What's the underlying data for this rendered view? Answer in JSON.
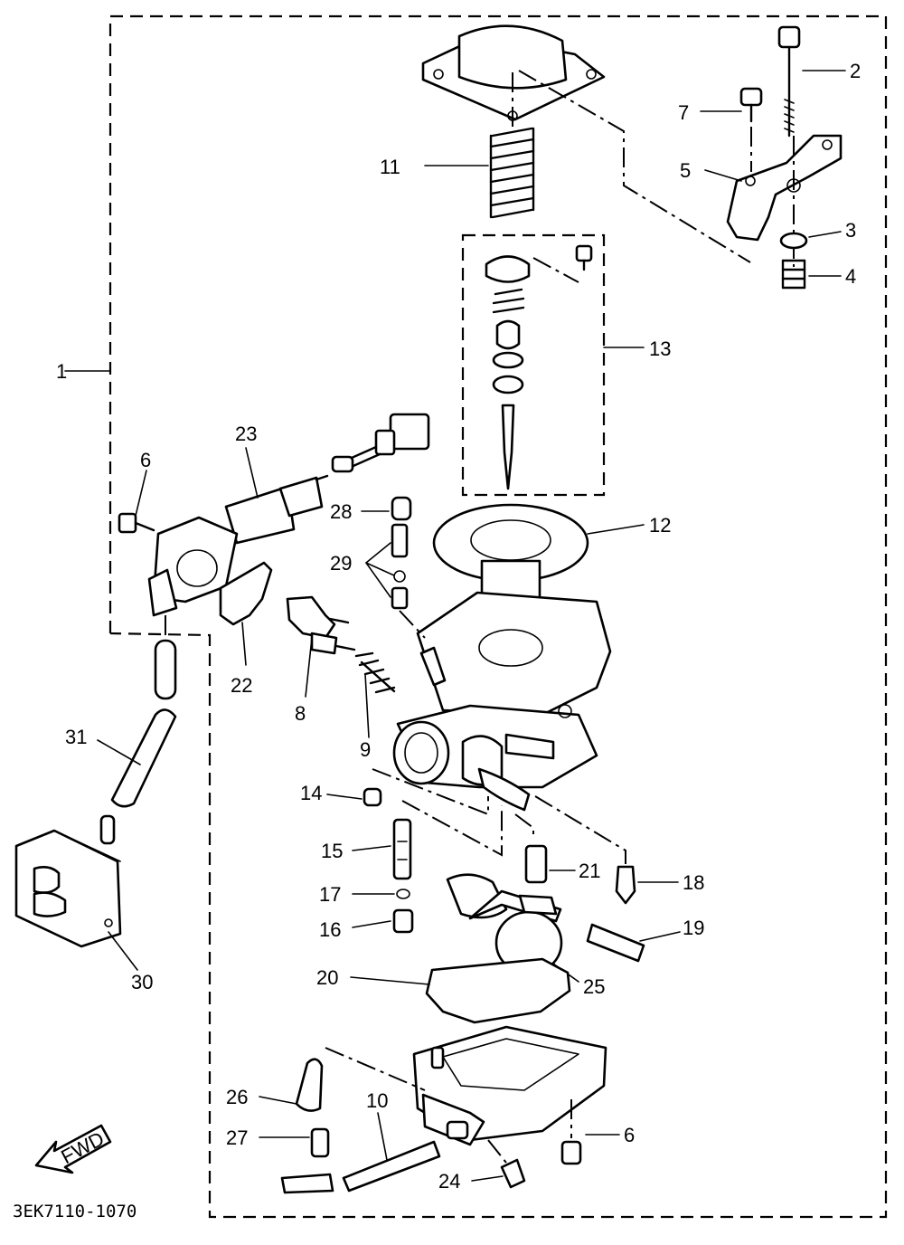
{
  "diagram": {
    "code": "3EK7110-1070",
    "fwd_label": "FWD",
    "labels": [
      {
        "id": "l1",
        "text": "1"
      },
      {
        "id": "l2",
        "text": "2"
      },
      {
        "id": "l3",
        "text": "3"
      },
      {
        "id": "l4",
        "text": "4"
      },
      {
        "id": "l5",
        "text": "5"
      },
      {
        "id": "l6a",
        "text": "6"
      },
      {
        "id": "l6b",
        "text": "6"
      },
      {
        "id": "l7",
        "text": "7"
      },
      {
        "id": "l8",
        "text": "8"
      },
      {
        "id": "l9",
        "text": "9"
      },
      {
        "id": "l10",
        "text": "10"
      },
      {
        "id": "l11",
        "text": "11"
      },
      {
        "id": "l12",
        "text": "12"
      },
      {
        "id": "l13",
        "text": "13"
      },
      {
        "id": "l14",
        "text": "14"
      },
      {
        "id": "l15",
        "text": "15"
      },
      {
        "id": "l16",
        "text": "16"
      },
      {
        "id": "l17",
        "text": "17"
      },
      {
        "id": "l18",
        "text": "18"
      },
      {
        "id": "l19",
        "text": "19"
      },
      {
        "id": "l20",
        "text": "20"
      },
      {
        "id": "l21",
        "text": "21"
      },
      {
        "id": "l22",
        "text": "22"
      },
      {
        "id": "l23",
        "text": "23"
      },
      {
        "id": "l24",
        "text": "24"
      },
      {
        "id": "l25",
        "text": "25"
      },
      {
        "id": "l26",
        "text": "26"
      },
      {
        "id": "l27",
        "text": "27"
      },
      {
        "id": "l28",
        "text": "28"
      },
      {
        "id": "l29",
        "text": "29"
      },
      {
        "id": "l30",
        "text": "30"
      },
      {
        "id": "l31",
        "text": "31"
      }
    ]
  }
}
